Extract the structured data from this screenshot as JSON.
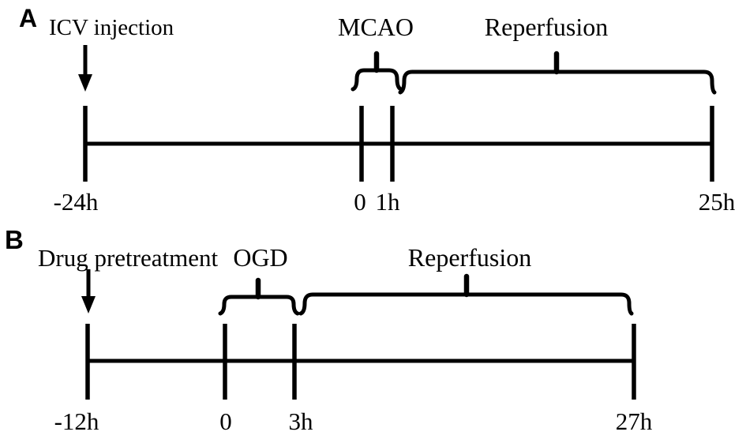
{
  "figure": {
    "colors": {
      "ink": "#000000",
      "background": "#ffffff"
    },
    "panels": [
      {
        "panel_label": "A",
        "arrow_icon": "down-arrow",
        "arrow_event_label": "ICV injection",
        "occlusion_phase_label": "MCAO",
        "reperfusion_phase_label": "Reperfusion",
        "tick_labels": [
          "-24h",
          "0",
          "1h",
          "25h"
        ]
      },
      {
        "panel_label": "B",
        "arrow_icon": "down-arrow",
        "arrow_event_label": "Drug pretreatment",
        "occlusion_phase_label": "OGD",
        "reperfusion_phase_label": "Reperfusion",
        "tick_labels": [
          "-12h",
          "0",
          "3h",
          "27h"
        ]
      }
    ]
  }
}
